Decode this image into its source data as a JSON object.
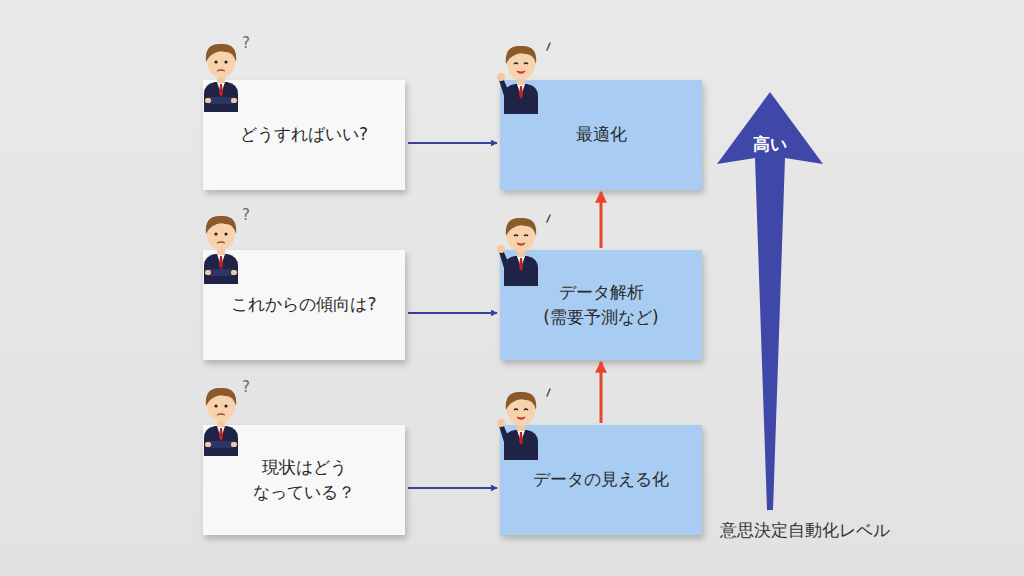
{
  "diagram": {
    "nodes": [
      {
        "text": [
          "どうすればいい?"
        ]
      },
      {
        "text": [
          "最適化"
        ]
      },
      {
        "text": [
          "これからの傾向は?"
        ]
      },
      {
        "text": [
          "データ解析 (需要予測など)"
        ]
      },
      {
        "text": [
          "現状はどう なっている？"
        ]
      },
      {
        "text": [
          "データの見える化"
        ]
      },
      {
        "text": [
          "高い",
          "意思決定自動化レベル"
        ]
      }
    ],
    "edges": [
      {
        "from": 0,
        "to": 1,
        "arrow": "to"
      },
      {
        "from": 2,
        "to": 3,
        "arrow": "to"
      },
      {
        "from": 4,
        "to": 5,
        "arrow": "to"
      },
      {
        "from": 5,
        "to": 3,
        "arrow": "to"
      },
      {
        "from": 3,
        "to": 1,
        "arrow": "to"
      }
    ],
    "labels": [
      "?",
      "?",
      "?"
    ]
  }
}
